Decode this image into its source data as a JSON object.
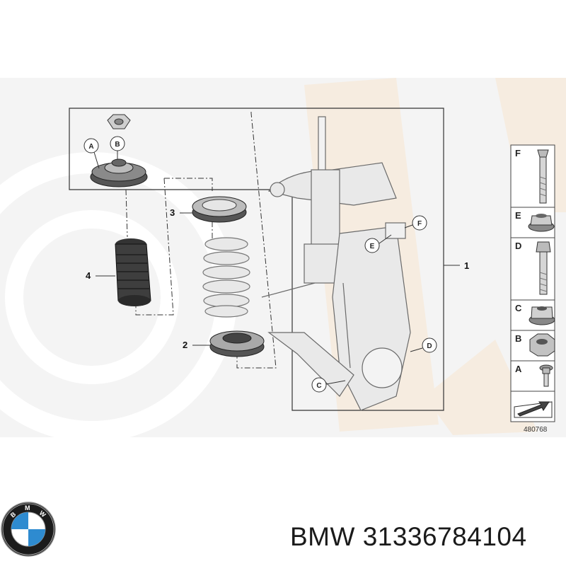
{
  "diagram": {
    "reference_number": "480768",
    "callouts": {
      "part_1": "1",
      "part_2": "2",
      "part_3": "3",
      "part_4": "4",
      "hw_A": "A",
      "hw_B": "B",
      "hw_C": "C",
      "hw_D": "D",
      "hw_E": "E",
      "hw_F": "F"
    },
    "legend": [
      "F",
      "E",
      "D",
      "C",
      "B",
      "A"
    ]
  },
  "footer": {
    "brand_part_number": "BMW 31336784104"
  },
  "colors": {
    "watermark": "#ededed",
    "accent_watermark": "#f6ece0",
    "line": "#333333",
    "part_light": "#e9e9e9",
    "part_dark": "#444444"
  }
}
